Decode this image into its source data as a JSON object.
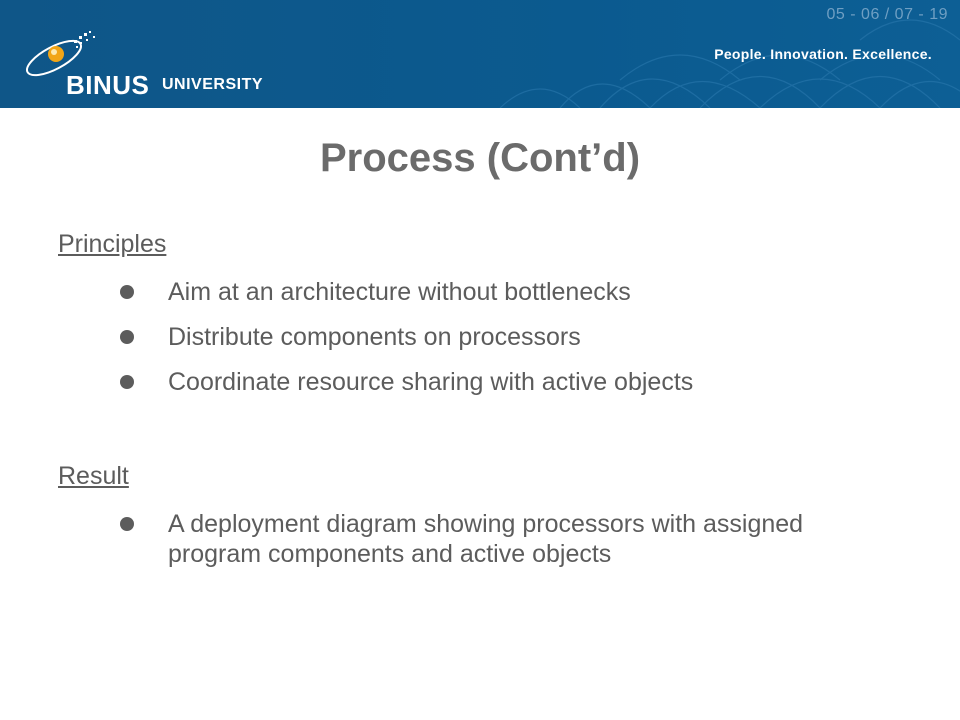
{
  "header": {
    "slide_number": "05 - 06 / 07 - 19",
    "tagline": "People. Innovation. Excellence.",
    "logo_main": "BINUS",
    "logo_sub": "UNIVERSITY"
  },
  "colors": {
    "header_bg": "#0b5a8f",
    "text": "#5c5c5c",
    "logo_accent": "#f2a516"
  },
  "slide": {
    "title": "Process (Cont’d)",
    "sections": [
      {
        "heading": "Principles",
        "bullets": [
          "Aim at an architecture without bottlenecks",
          "Distribute components on processors",
          "Coordinate resource sharing with active objects"
        ]
      },
      {
        "heading": "Result",
        "bullets": [
          "A deployment diagram showing processors with assigned program components and active objects"
        ]
      }
    ]
  }
}
